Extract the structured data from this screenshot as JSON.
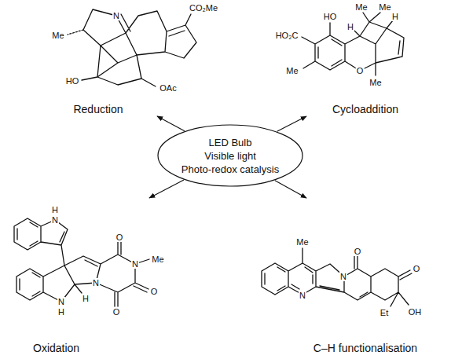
{
  "diagram": {
    "nodes": [
      {
        "text": [
          "LED Bulb",
          "Visible light",
          "Photo-redox catalysis"
        ]
      },
      {
        "text": [
          "Reduction"
        ]
      },
      {
        "text": [
          "Cycloaddition"
        ]
      },
      {
        "text": [
          "Oxidation"
        ]
      },
      {
        "text": [
          "C–H functionalisation"
        ]
      }
    ],
    "edges": [
      {
        "from": 0,
        "to": 1,
        "arrow": "to"
      },
      {
        "from": 0,
        "to": 2,
        "arrow": "to"
      },
      {
        "from": 0,
        "to": 3,
        "arrow": "to"
      },
      {
        "from": 0,
        "to": 4,
        "arrow": "to"
      }
    ],
    "labels": [
      "N",
      "CO₂Me",
      "Me",
      "HO",
      "OAc",
      "HO",
      "Me",
      "Me",
      "H",
      "H",
      "HO₂C",
      "Me",
      "O",
      "Me",
      "H",
      "N",
      "O",
      "N",
      "Me",
      "O",
      "N",
      "O",
      "N",
      "H",
      "H",
      "Me",
      "N",
      "O",
      "O",
      "N",
      "Et",
      "OH"
    ]
  }
}
